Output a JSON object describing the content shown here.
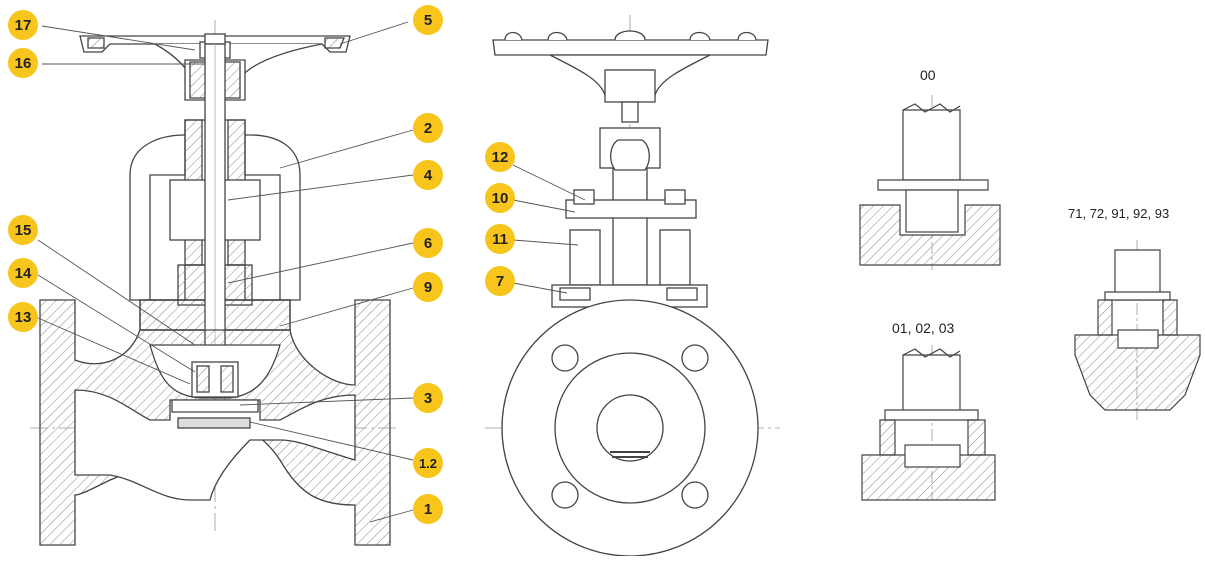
{
  "callouts": {
    "c17": "17",
    "c16": "16",
    "c5": "5",
    "c2": "2",
    "c4": "4",
    "c6": "6",
    "c9": "9",
    "c15": "15",
    "c14": "14",
    "c13": "13",
    "c3": "3",
    "c1_2": "1.2",
    "c1": "1",
    "c12": "12",
    "c10": "10",
    "c11": "11",
    "c7": "7"
  },
  "seat_variants": {
    "v00": "00",
    "v01": "01, 02, 03",
    "v71": "71, 72, 91, 92, 93"
  },
  "colors": {
    "callout_fill": "#f7c51b",
    "line": "#444444",
    "hatch": "#888888"
  }
}
